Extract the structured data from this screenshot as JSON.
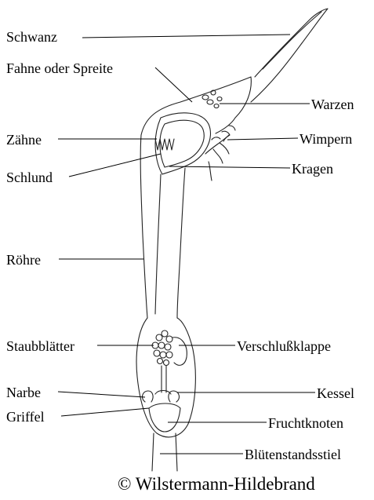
{
  "diagram": {
    "labels_left": [
      "Schwanz",
      "Fahne oder Spreite",
      "Zähne",
      "Schlund",
      "Röhre",
      "Staubblätter",
      "Narbe",
      "Griffel"
    ],
    "labels_right": [
      "Warzen",
      "Wimpern",
      "Kragen",
      "Verschlußklappe",
      "Kessel",
      "Fruchtknoten",
      "Blütenstandsstiel"
    ],
    "copyright": "© Wilstermann-Hildebrand"
  }
}
